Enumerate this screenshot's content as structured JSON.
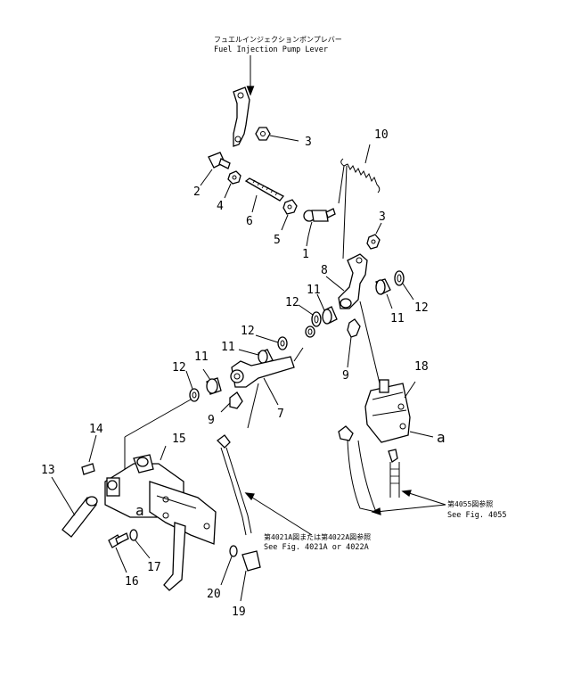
{
  "fuel_pump_lever": {
    "japanese": "フュエルインジェクションポンプレバー",
    "english": "Fuel Injection Pump Lever"
  },
  "part_labels": [
    "1",
    "2",
    "3",
    "3",
    "4",
    "5",
    "6",
    "7",
    "8",
    "9",
    "9",
    "10",
    "11",
    "11",
    "11",
    "12",
    "12",
    "12",
    "12",
    "13",
    "14",
    "15",
    "16",
    "17",
    "18",
    "19",
    "20"
  ],
  "connection_letter": [
    "a",
    "a"
  ],
  "ref_4021": {
    "japanese": "第4021A図または第4022A図参照",
    "english": "See Fig. 4021A or 4022A"
  },
  "ref_4055": {
    "japanese": "第4055図参照",
    "english": "See Fig. 4055"
  }
}
